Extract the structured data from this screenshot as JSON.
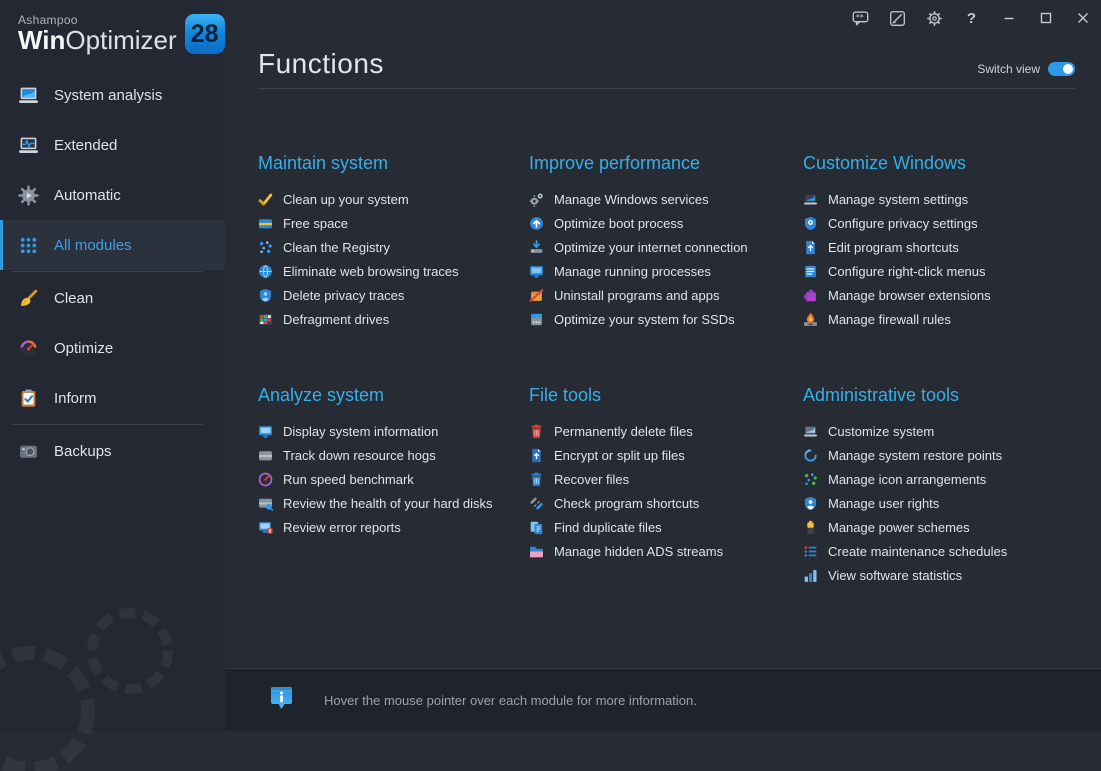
{
  "colors": {
    "accent": "#2f9ae8",
    "category_title": "#36aee8",
    "selected_nav": "#3f9fe2",
    "badge_top": "#3db2f4",
    "badge_bottom": "#0c6cc2",
    "footer_bg": "#1f242c",
    "sidebar_bg": "#242832",
    "main_bg": "#272b34"
  },
  "window": {
    "controls": [
      {
        "name": "feedback-bubble-icon",
        "glyph": "bubble"
      },
      {
        "name": "edit-note-icon",
        "glyph": "note"
      },
      {
        "name": "settings-gear-icon",
        "glyph": "gear"
      },
      {
        "name": "help-icon",
        "glyph": "help"
      },
      {
        "name": "minimize-icon",
        "glyph": "min"
      },
      {
        "name": "maximize-icon",
        "glyph": "max"
      },
      {
        "name": "close-icon",
        "glyph": "close"
      }
    ]
  },
  "sidebar": {
    "brand": {
      "company": "Ashampoo",
      "product_bold": "Win",
      "product_light": "Optimizer",
      "version": "28"
    },
    "items": [
      {
        "label": "System analysis",
        "icon": "laptop-analysis-icon",
        "glyph": "laptop1",
        "selected": false,
        "divider_after": false
      },
      {
        "label": "Extended",
        "icon": "laptop-pulse-icon",
        "glyph": "laptop2",
        "selected": false,
        "divider_after": false
      },
      {
        "label": "Automatic",
        "icon": "gear-auto-icon",
        "glyph": "autogear",
        "selected": false,
        "divider_after": false
      },
      {
        "label": "All modules",
        "icon": "grid-dots-icon",
        "glyph": "griddots",
        "selected": true,
        "divider_after": true
      },
      {
        "label": "Clean",
        "icon": "broom-icon",
        "glyph": "broom20",
        "selected": false,
        "divider_after": false
      },
      {
        "label": "Optimize",
        "icon": "speedometer-icon",
        "glyph": "gauge20",
        "selected": false,
        "divider_after": false
      },
      {
        "label": "Inform",
        "icon": "clipboard-check-icon",
        "glyph": "clipboard",
        "selected": false,
        "divider_after": true
      },
      {
        "label": "Backups",
        "icon": "backup-camera-icon",
        "glyph": "camera",
        "selected": false,
        "divider_after": false
      }
    ]
  },
  "header": {
    "title": "Functions",
    "switch_label": "Switch view",
    "toggle_state": "on"
  },
  "categories": [
    {
      "title": "Maintain system",
      "items": [
        {
          "label": "Clean up your system",
          "icon": "broom-icon",
          "shape": "broom",
          "c1": "#f2c230",
          "c2": "#d89c28"
        },
        {
          "label": "Free space",
          "icon": "drive-space-icon",
          "shape": "drive",
          "c1": "#2f87d4",
          "c2": "#f2c230"
        },
        {
          "label": "Clean the Registry",
          "icon": "registry-dots-icon",
          "shape": "scatter",
          "c1": "#2f9ae8",
          "c2": "#7fc4f2"
        },
        {
          "label": "Eliminate web browsing traces",
          "icon": "globe-icon",
          "shape": "globe",
          "c1": "#2f87d4",
          "c2": "#9fd4f5"
        },
        {
          "label": "Delete privacy traces",
          "icon": "privacy-shield-icon",
          "shape": "shielduser",
          "c1": "#2f87d4",
          "c2": "#9fc8ea"
        },
        {
          "label": "Defragment drives",
          "icon": "defrag-blocks-icon",
          "shape": "blocks",
          "c1": "#e04438",
          "c2": "#4caf50"
        }
      ]
    },
    {
      "title": "Improve performance",
      "items": [
        {
          "label": "Manage Windows services",
          "icon": "services-gears-icon",
          "shape": "gears",
          "c1": "#98a0ab",
          "c2": "#c4cad2"
        },
        {
          "label": "Optimize boot process",
          "icon": "boot-up-icon",
          "shape": "circleup",
          "c1": "#2f87d4",
          "c2": "#ffffff"
        },
        {
          "label": "Optimize your internet connection",
          "icon": "internet-icon",
          "shape": "netdown",
          "c1": "#8a93a0",
          "c2": "#2f9ae8"
        },
        {
          "label": "Manage running processes",
          "icon": "processes-monitor-icon",
          "shape": "monitor",
          "c1": "#2f87d4",
          "c2": "#7fc4f2"
        },
        {
          "label": "Uninstall programs and apps",
          "icon": "uninstall-icon",
          "shape": "boxslash",
          "c1": "#e8a33d",
          "c2": "#e04438"
        },
        {
          "label": "Optimize your system for SSDs",
          "icon": "ssd-icon",
          "shape": "ssd",
          "c1": "#8a93a0",
          "c2": "#2f9ae8"
        }
      ]
    },
    {
      "title": "Customize Windows",
      "items": [
        {
          "label": "Manage system settings",
          "icon": "system-settings-icon",
          "shape": "laptop",
          "c1": "#3a4250",
          "c2": "#2f9ae8"
        },
        {
          "label": "Configure privacy settings",
          "icon": "privacy-pin-shield-icon",
          "shape": "shieldpin",
          "c1": "#2f87d4",
          "c2": "#eef4f8"
        },
        {
          "label": "Edit program shortcuts",
          "icon": "shortcut-doc-icon",
          "shape": "docarrow",
          "c1": "#2f87d4",
          "c2": "#eef4f8"
        },
        {
          "label": "Configure right-click menus",
          "icon": "context-menu-icon",
          "shape": "list",
          "c1": "#2f87d4",
          "c2": "#d8ecfa"
        },
        {
          "label": "Manage browser extensions",
          "icon": "puzzle-icon",
          "shape": "puzzle",
          "c1": "#b23fd0",
          "c2": "#8a3fd0"
        },
        {
          "label": "Manage firewall rules",
          "icon": "firewall-icon",
          "shape": "flame",
          "c1": "#e8762d",
          "c2": "#8a93a0"
        }
      ]
    },
    {
      "title": "Analyze system",
      "items": [
        {
          "label": "Display system information",
          "icon": "system-info-icon",
          "shape": "monitor",
          "c1": "#2f87d4",
          "c2": "#9fd4f5"
        },
        {
          "label": "Track down resource hogs",
          "icon": "resource-drive-icon",
          "shape": "drive",
          "c1": "#8a93a0",
          "c2": "#b8bfc8"
        },
        {
          "label": "Run speed benchmark",
          "icon": "benchmark-gauge-icon",
          "shape": "gauge",
          "c1": "#b05cd0",
          "c2": "#e04438"
        },
        {
          "label": "Review the health of your hard disks",
          "icon": "disk-health-icon",
          "shape": "drivesearch",
          "c1": "#8a93a0",
          "c2": "#2f9ae8"
        },
        {
          "label": "Review error reports",
          "icon": "error-report-icon",
          "shape": "monitoralert",
          "c1": "#2f87d4",
          "c2": "#e04438"
        }
      ]
    },
    {
      "title": "File tools",
      "items": [
        {
          "label": "Permanently delete files",
          "icon": "delete-trash-icon",
          "shape": "trash",
          "c1": "#e04438",
          "c2": "#f2a8a2"
        },
        {
          "label": "Encrypt or split up files",
          "icon": "encrypt-doc-icon",
          "shape": "docarrow",
          "c1": "#2b6fb8",
          "c2": "#eef4f8"
        },
        {
          "label": "Recover files",
          "icon": "recover-trash-icon",
          "shape": "trash",
          "c1": "#2f87d4",
          "c2": "#9fd4f5"
        },
        {
          "label": "Check program shortcuts",
          "icon": "broken-link-icon",
          "shape": "link",
          "c1": "#8a93a0",
          "c2": "#2f9ae8"
        },
        {
          "label": "Find duplicate files",
          "icon": "duplicate-docs-icon",
          "shape": "docs",
          "c1": "#2f87d4",
          "c2": "#7fc4f2"
        },
        {
          "label": "Manage hidden ADS streams",
          "icon": "ads-folder-icon",
          "shape": "folder",
          "c1": "#2f87d4",
          "c2": "#f2a0c0"
        }
      ]
    },
    {
      "title": "Administrative tools",
      "items": [
        {
          "label": "Customize system",
          "icon": "customize-laptop-icon",
          "shape": "laptop",
          "c1": "#6b7380",
          "c2": "#9fc8ea"
        },
        {
          "label": "Manage system restore points",
          "icon": "restore-arrows-icon",
          "shape": "restore",
          "c1": "#2f9ae8",
          "c2": "#7fc4f2"
        },
        {
          "label": "Manage icon arrangements",
          "icon": "icon-arrange-icon",
          "shape": "scatter",
          "c1": "#4caf50",
          "c2": "#2f9ae8"
        },
        {
          "label": "Manage user rights",
          "icon": "user-rights-shield-icon",
          "shape": "shielduser",
          "c1": "#2f87d4",
          "c2": "#eef4f8"
        },
        {
          "label": "Manage power schemes",
          "icon": "battery-icon",
          "shape": "battery",
          "c1": "#3a4250",
          "c2": "#f2c230"
        },
        {
          "label": "Create maintenance schedules",
          "icon": "schedule-list-icon",
          "shape": "schedule",
          "c1": "#2f87d4",
          "c2": "#e04438"
        },
        {
          "label": "View software statistics",
          "icon": "bar-chart-icon",
          "shape": "chart",
          "c1": "#2f87d4",
          "c2": "#7fc4f2"
        }
      ]
    }
  ],
  "footer": {
    "icon": "info-pin-icon",
    "message": "Hover the mouse pointer over each module for more information."
  }
}
